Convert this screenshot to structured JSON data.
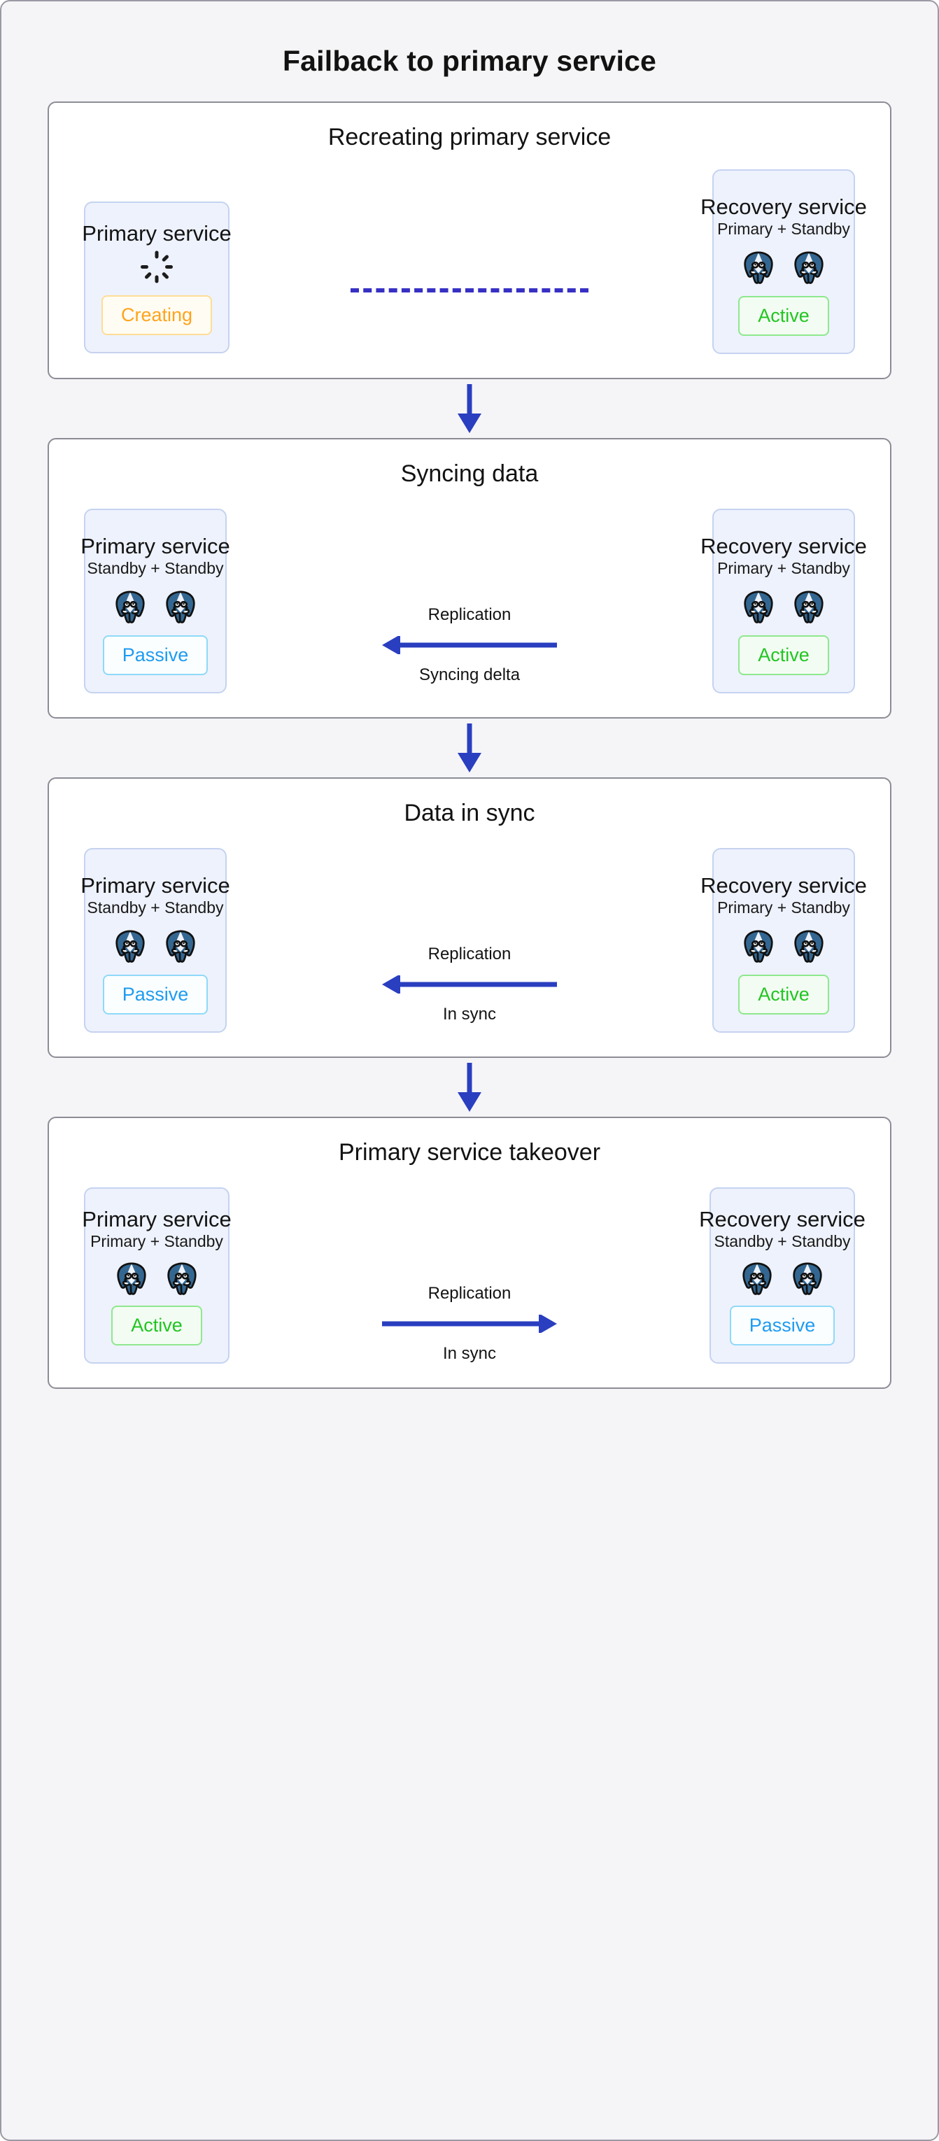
{
  "title": "Failback to primary service",
  "colors": {
    "page_background": "#f5f5f7",
    "panel_background": "#ffffff",
    "panel_border": "#8c8c96",
    "card_background": "#eef2fc",
    "card_border": "#c5d3f0",
    "arrow_blue": "#2a3ec0",
    "dashed_blue": "#3730c4",
    "active_green": "#22c522",
    "passive_blue": "#1e9bf0",
    "creating_orange": "#ffa41c",
    "postgres_blue": "#336791"
  },
  "stages": [
    {
      "id": "recreating-primary-service",
      "title": "Recreating primary service",
      "left_card": {
        "name": "Primary service",
        "roles": null,
        "icon": "spinner-icon",
        "node_count": 0,
        "badge": "Creating",
        "badge_kind": "creating"
      },
      "right_card": {
        "name": "Recovery service",
        "roles": "Primary + Standby",
        "icon": "postgres-icon",
        "node_count": 2,
        "badge": "Active",
        "badge_kind": "active"
      },
      "connector": {
        "kind": "dashed",
        "direction": "none",
        "label_top": null,
        "label_bottom": null
      }
    },
    {
      "id": "syncing-data",
      "title": "Syncing data",
      "left_card": {
        "name": "Primary service",
        "roles": "Standby + Standby",
        "icon": "postgres-icon",
        "node_count": 2,
        "badge": "Passive",
        "badge_kind": "passive"
      },
      "right_card": {
        "name": "Recovery service",
        "roles": "Primary + Standby",
        "icon": "postgres-icon",
        "node_count": 2,
        "badge": "Active",
        "badge_kind": "active"
      },
      "connector": {
        "kind": "solid",
        "direction": "left",
        "label_top": "Replication",
        "label_bottom": "Syncing delta"
      }
    },
    {
      "id": "data-in-sync",
      "title": "Data in sync",
      "left_card": {
        "name": "Primary service",
        "roles": "Standby + Standby",
        "icon": "postgres-icon",
        "node_count": 2,
        "badge": "Passive",
        "badge_kind": "passive"
      },
      "right_card": {
        "name": "Recovery service",
        "roles": "Primary + Standby",
        "icon": "postgres-icon",
        "node_count": 2,
        "badge": "Active",
        "badge_kind": "active"
      },
      "connector": {
        "kind": "solid",
        "direction": "left",
        "label_top": "Replication",
        "label_bottom": "In sync"
      }
    },
    {
      "id": "primary-service-takeover",
      "title": "Primary service takeover",
      "left_card": {
        "name": "Primary service",
        "roles": "Primary + Standby",
        "icon": "postgres-icon",
        "node_count": 2,
        "badge": "Active",
        "badge_kind": "active"
      },
      "right_card": {
        "name": "Recovery service",
        "roles": "Standby + Standby",
        "icon": "postgres-icon",
        "node_count": 2,
        "badge": "Passive",
        "badge_kind": "passive"
      },
      "connector": {
        "kind": "solid",
        "direction": "right",
        "label_top": "Replication",
        "label_bottom": "In sync"
      }
    }
  ],
  "flow_arrows": [
    {
      "name": "stage-flow-arrow-1",
      "direction": "down"
    },
    {
      "name": "stage-flow-arrow-2",
      "direction": "down"
    },
    {
      "name": "stage-flow-arrow-3",
      "direction": "down"
    }
  ]
}
